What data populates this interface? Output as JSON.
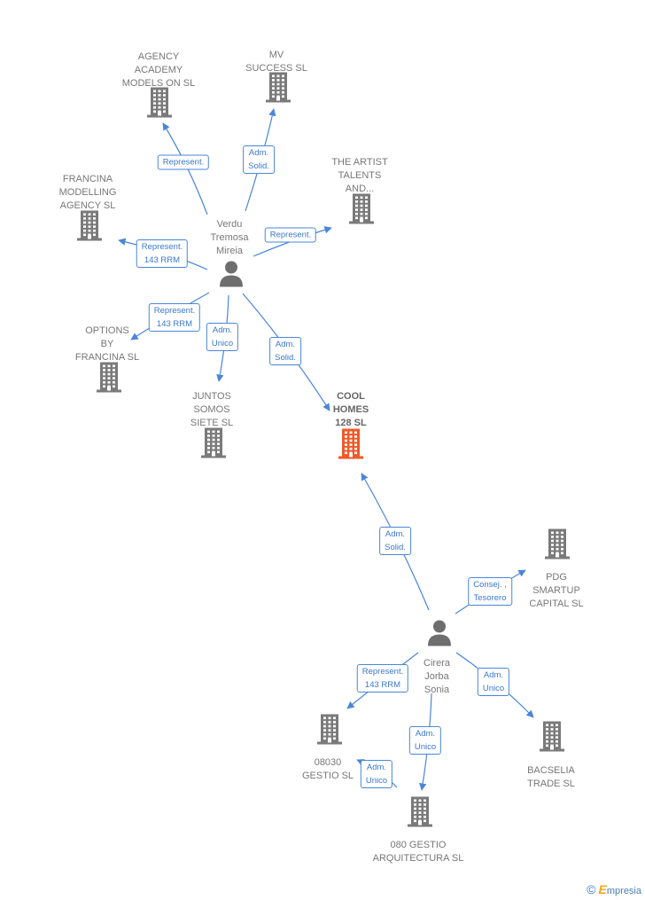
{
  "nodes": [
    {
      "id": "agency",
      "label": "AGENCY\nACADEMY\nMODELS ON SL",
      "type": "company"
    },
    {
      "id": "mv",
      "label": "MV\nSUCCESS  SL",
      "type": "company"
    },
    {
      "id": "artist",
      "label": "THE ARTIST\nTALENTS\nAND...",
      "type": "company"
    },
    {
      "id": "francina",
      "label": "FRANCINA\nMODELLING\nAGENCY SL",
      "type": "company"
    },
    {
      "id": "verdu",
      "label": "Verdu\nTremosa\nMireia",
      "type": "person"
    },
    {
      "id": "options",
      "label": "OPTIONS\nBY\nFRANCINA SL",
      "type": "company"
    },
    {
      "id": "juntos",
      "label": "JUNTOS\nSOMOS\nSIETE  SL",
      "type": "company"
    },
    {
      "id": "cool",
      "label": "COOL\nHOMES\n128  SL",
      "type": "company",
      "focus": true
    },
    {
      "id": "pdg",
      "label": "PDG\nSMARTUP\nCAPITAL  SL",
      "type": "company"
    },
    {
      "id": "cirera",
      "label": "Cirera\nJorba\nSonia",
      "type": "person"
    },
    {
      "id": "gestio08030",
      "label": "08030\nGESTIO  SL",
      "type": "company"
    },
    {
      "id": "bacselia",
      "label": "BACSELIA\nTRADE  SL",
      "type": "company"
    },
    {
      "id": "gestio080",
      "label": "080 GESTIO\nARQUITECTURA SL",
      "type": "company"
    }
  ],
  "edges": [
    {
      "from": "verdu",
      "to": "agency",
      "label": "Represent."
    },
    {
      "from": "verdu",
      "to": "mv",
      "label": "Adm.\nSolid."
    },
    {
      "from": "verdu",
      "to": "artist",
      "label": "Represent."
    },
    {
      "from": "verdu",
      "to": "francina",
      "label": "Represent.\n143 RRM"
    },
    {
      "from": "verdu",
      "to": "options",
      "label": "Represent.\n143 RRM"
    },
    {
      "from": "verdu",
      "to": "juntos",
      "label": "Adm.\nUnico"
    },
    {
      "from": "verdu",
      "to": "cool",
      "label": "Adm.\nSolid."
    },
    {
      "from": "cirera",
      "to": "cool",
      "label": "Adm.\nSolid."
    },
    {
      "from": "cirera",
      "to": "pdg",
      "label": "Consej. ,\nTesorero"
    },
    {
      "from": "cirera",
      "to": "gestio08030",
      "label": "Represent.\n143 RRM"
    },
    {
      "from": "cirera",
      "to": "bacselia",
      "label": "Adm.\nUnico"
    },
    {
      "from": "cirera",
      "to": "gestio080",
      "label": "Adm.\nUnico"
    },
    {
      "from": "cirera",
      "to": "gestio08030",
      "label": "Adm.\nUnico"
    }
  ],
  "colors": {
    "edge": "#4a86d8",
    "company": "#7a7a7a",
    "focus": "#f05a28",
    "person": "#6e6e6e"
  },
  "footer": {
    "copyright": "©",
    "brand_initial": "E",
    "brand_rest": "mpresia"
  }
}
